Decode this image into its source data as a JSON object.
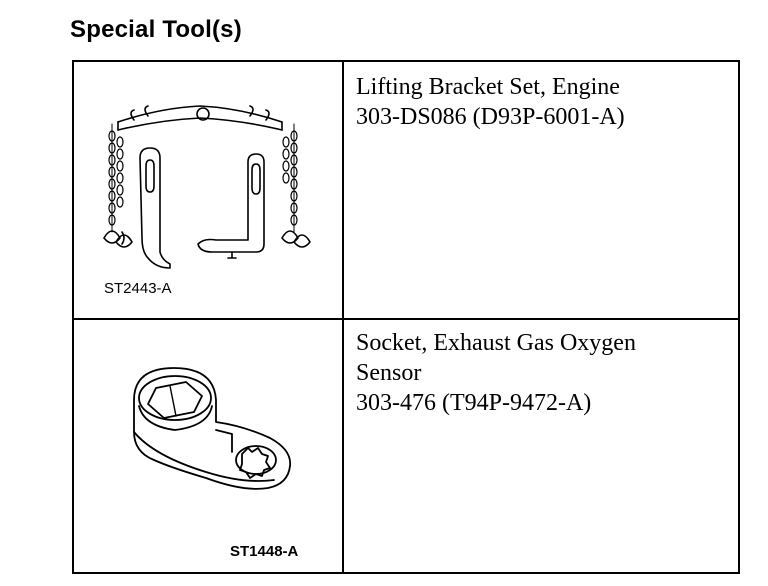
{
  "heading": "Special Tool(s)",
  "tools": [
    {
      "figure_label": "ST2443-A",
      "description_lines": [
        "Lifting Bracket Set, Engine",
        "303-DS086 (D93P-6001-A)"
      ],
      "illustration": "lifting-bracket-set-illustration"
    },
    {
      "figure_label": "ST1448-A",
      "description_lines": [
        "Socket, Exhaust Gas Oxygen",
        "Sensor",
        "303-476 (T94P-9472-A)"
      ],
      "illustration": "oxygen-sensor-socket-illustration"
    }
  ]
}
